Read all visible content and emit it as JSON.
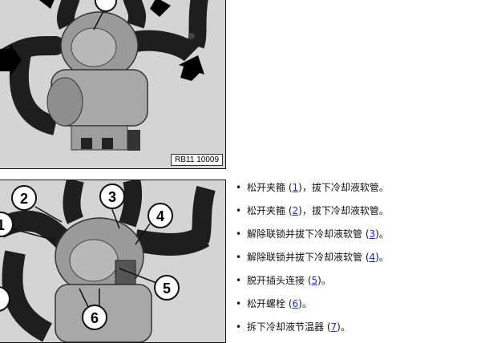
{
  "figures": {
    "top": {
      "reference_label": "RB11 10009"
    },
    "bottom": {
      "callouts": [
        "1",
        "2",
        "3",
        "4",
        "5",
        "6"
      ]
    }
  },
  "steps": [
    {
      "before": "松开夹箍 (",
      "ref": "1",
      "after": ")，拔下冷却液软管。"
    },
    {
      "before": "松开夹箍 (",
      "ref": "2",
      "after": ")，拔下冷却液软管。"
    },
    {
      "before": "解除联锁并拔下冷却液软管 (",
      "ref": "3",
      "after": ")。"
    },
    {
      "before": "解除联锁并拔下冷却液软管 (",
      "ref": "4",
      "after": ")。"
    },
    {
      "before": "脱开插头连接 (",
      "ref": "5",
      "after": ")。"
    },
    {
      "before": "松开螺栓 (",
      "ref": "6",
      "after": ")。"
    },
    {
      "before": "拆下冷却液节温器 (",
      "ref": "7",
      "after": ")。"
    }
  ]
}
